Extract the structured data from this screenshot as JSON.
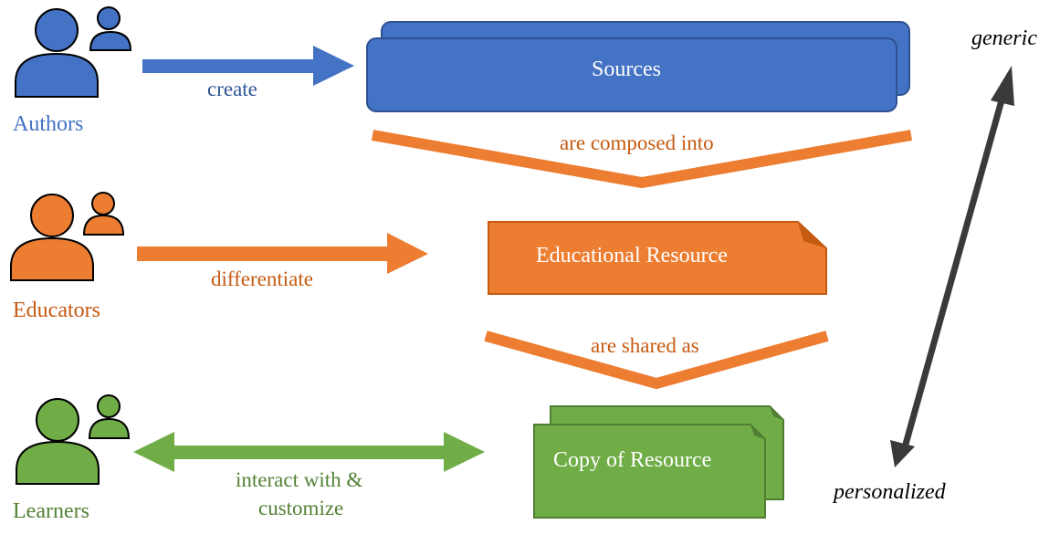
{
  "colors": {
    "blue": "#4472c4",
    "blue_dark": "#2f528f",
    "orange": "#ed7d31",
    "orange_label": "#c55a11",
    "green": "#70ad47",
    "green_label": "#548235",
    "axis": "#3a3a3a"
  },
  "roles": {
    "authors": "Authors",
    "educators": "Educators",
    "learners": "Learners"
  },
  "actions": {
    "create": "create",
    "differentiate": "differentiate",
    "interact_line1": "interact with &",
    "interact_line2": "customize"
  },
  "boxes": {
    "sources": "Sources",
    "educational_resource": "Educational Resource",
    "copy_of_resource": "Copy of Resource"
  },
  "connectors": {
    "composed": "are composed into",
    "shared": "are shared as"
  },
  "axis": {
    "top": "generic",
    "bottom": "personalized"
  },
  "icons": {
    "authors": "user-group-icon",
    "educators": "user-group-icon",
    "learners": "user-group-icon"
  }
}
